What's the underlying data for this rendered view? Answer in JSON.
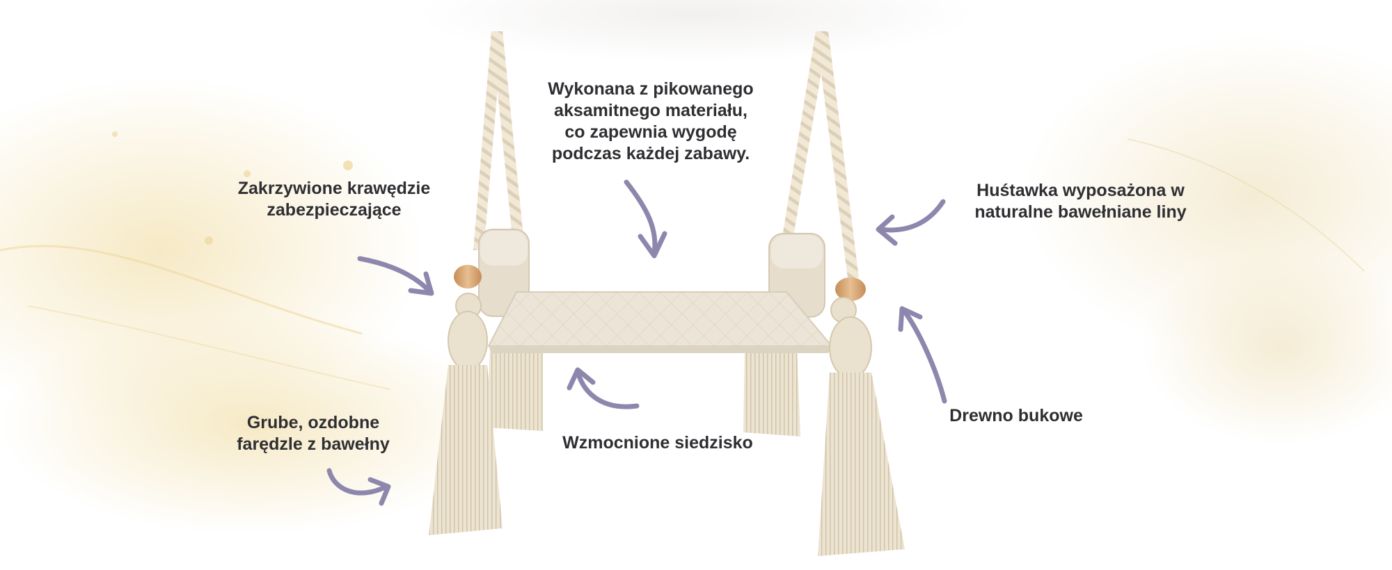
{
  "labels": {
    "velvet": "Wykonana z pikowanego\naksamitnego materiału,\nco zapewnia wygodę\npodczas każdej zabawy.",
    "edges": "Zakrzywione krawędzie\nzabezpieczające",
    "ropes": "Huśtawka wyposażona w\nnaturalne bawełniane liny",
    "tassels": "Grube, ozdobne\nfarędzle z bawełny",
    "seat": "Wzmocnione siedzisko",
    "wood": "Drewno bukowe"
  },
  "colors": {
    "arrow": "#8e87ad",
    "text": "#2f2f33",
    "fabric": "#ebe3d6",
    "rope": "#efe6d3",
    "wood": "#d9a877",
    "watercolor": "#f3e4b8"
  }
}
